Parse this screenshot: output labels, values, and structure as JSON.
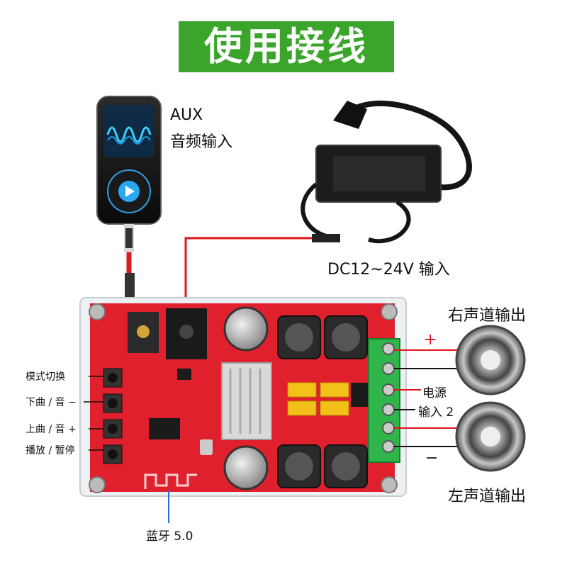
{
  "title": "使用接线",
  "labels": {
    "aux_line1": "AUX",
    "aux_line2": "音频输入",
    "dc_input": "DC12~24V 输入",
    "right_out": "右声道输出",
    "left_out": "左声道输出",
    "power": "电源",
    "input2": "输入 2",
    "plus": "+",
    "minus": "−",
    "bluetooth": "蓝牙 5.0"
  },
  "buttons": [
    {
      "label": "模式切换"
    },
    {
      "label": "下曲 / 音 −"
    },
    {
      "label": "上曲 / 音 +"
    },
    {
      "label": "播放 / 暂停"
    }
  ],
  "colors": {
    "title_bg": "#3aa52a",
    "pcb": "#e0202c",
    "wire_red": "#e3141c",
    "terminal": "#2fb54a"
  },
  "icons": [
    "mp3-player-icon",
    "power-adapter-icon",
    "speaker-icon",
    "bluetooth-antenna-icon"
  ]
}
